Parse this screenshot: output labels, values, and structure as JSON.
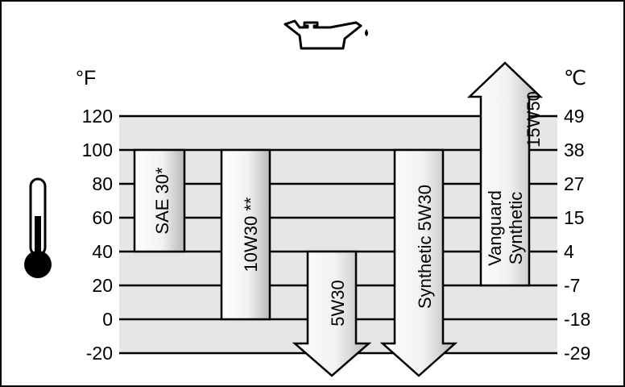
{
  "units": {
    "left": "°F",
    "right": "℃"
  },
  "fahrenheit_ticks": [
    "120",
    "100",
    "80",
    "60",
    "40",
    "20",
    "0",
    "-20"
  ],
  "celsius_ticks": [
    "49",
    "38",
    "27",
    "15",
    "4",
    "-7",
    "-18",
    "-29"
  ],
  "colors": {
    "band": "#e6e6e6",
    "bar_light": "#ffffff",
    "bar_shade": "#b9b9b9",
    "ink": "#000000"
  },
  "icons": {
    "top": "oil-can-icon",
    "left": "thermometer-icon"
  },
  "chart_data": {
    "type": "range-bar",
    "y_unit_left": "°F",
    "y_unit_right": "℃",
    "ylim_f": [
      -20,
      120
    ],
    "grid": true,
    "oils": [
      {
        "label": "SAE 30*",
        "min_f": 40,
        "max_f": 100,
        "open_low": false,
        "open_high": false
      },
      {
        "label": "10W30 **",
        "min_f": 0,
        "max_f": 100,
        "open_low": false,
        "open_high": false
      },
      {
        "label": "5W30",
        "min_f": -20,
        "max_f": 40,
        "open_low": true,
        "open_high": false
      },
      {
        "label": "Synthetic 5W30",
        "min_f": -20,
        "max_f": 100,
        "open_low": true,
        "open_high": false
      },
      {
        "label_lines": [
          "Vanguard",
          "Synthetic"
        ],
        "label": "15W50",
        "min_f": 20,
        "max_f": 120,
        "open_low": false,
        "open_high": true
      }
    ]
  }
}
